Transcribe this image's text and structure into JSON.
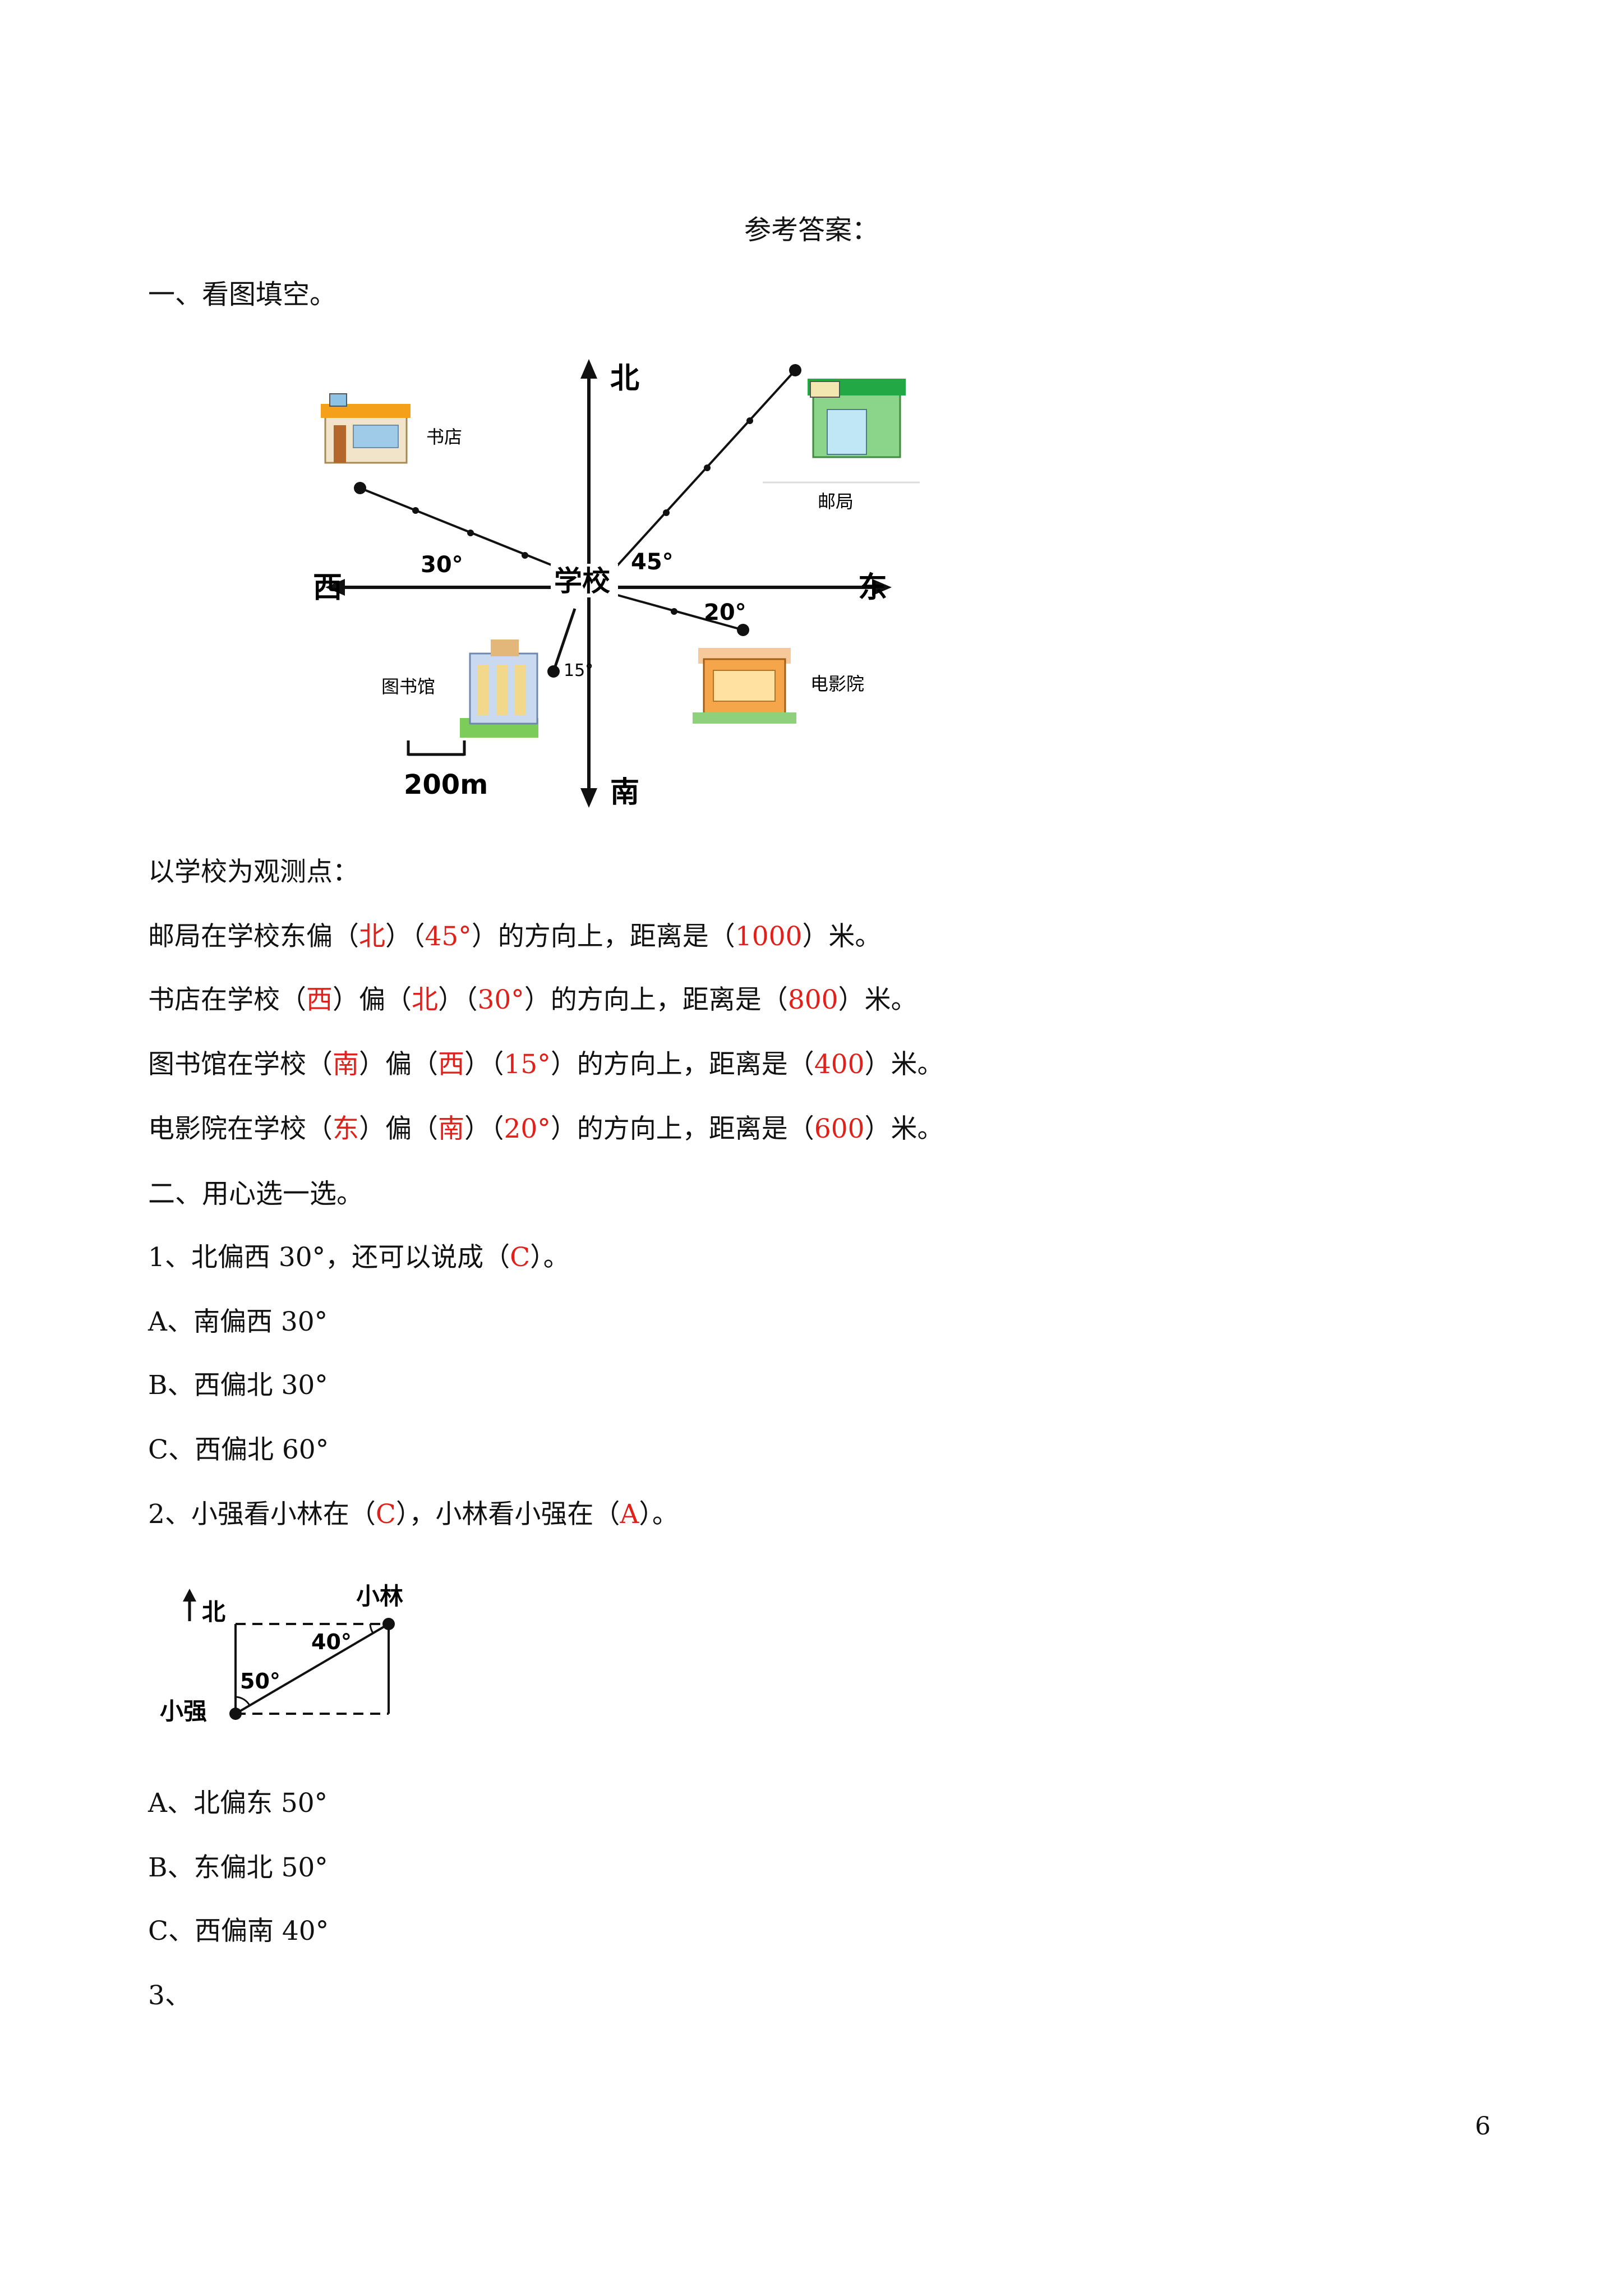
{
  "title": "参考答案：",
  "section1": {
    "heading": "一、看图填空。",
    "diagram": {
      "north": "北",
      "south": "南",
      "west": "西",
      "east": "东",
      "center": "学校",
      "angle_postoffice": "45°",
      "angle_bookstore": "30°",
      "angle_cinema": "20°",
      "angle_library": "15°",
      "label_bookstore": "书店",
      "label_postoffice": "邮局",
      "label_library": "图书馆",
      "label_cinema": "电影院",
      "scale": "200m"
    },
    "observe": "以学校为观测点：",
    "q1": {
      "a": "邮局在学校东偏（",
      "b": "北",
      "c": "）（",
      "d": "45°",
      "e": "）的方向上，距离是（",
      "f": "1000",
      "g": "）米。"
    },
    "q2": {
      "a": "书店在学校（",
      "b": "西",
      "c": "）偏（",
      "d": "北",
      "e": "）（",
      "f": "30°",
      "g": "）的方向上，距离是（",
      "h": "800",
      "i": "）米。"
    },
    "q3": {
      "a": "图书馆在学校（",
      "b": "南",
      "c": "）偏（",
      "d": "西",
      "e": "）（",
      "f": "15°",
      "g": "）的方向上，距离是（",
      "h": "400",
      "i": "）米。"
    },
    "q4": {
      "a": "电影院在学校（",
      "b": "东",
      "c": "）偏（",
      "d": "南",
      "e": "）（",
      "f": "20°",
      "g": "）的方向上，距离是（",
      "h": "600",
      "i": "）米。"
    }
  },
  "section2": {
    "heading": "二、用心选一选。",
    "q1": {
      "a": "1、北偏西 30°，还可以说成（",
      "b": "C",
      "c": "）。"
    },
    "q1_options": [
      "A、南偏西 30°",
      "B、西偏北 30°",
      "C、西偏北 60°"
    ],
    "q2": {
      "a": "2、小强看小林在（",
      "b": "C",
      "c": "），小林看小强在（",
      "d": "A",
      "e": "）。"
    },
    "diagram2": {
      "north": "北",
      "lin": "小林",
      "qiang": "小强",
      "angle40": "40°",
      "angle50": "50°"
    },
    "q2_options": [
      "A、北偏东 50°",
      "B、东偏北 50°",
      "C、西偏南 40°"
    ],
    "q3": "3、"
  },
  "page_number": "6"
}
